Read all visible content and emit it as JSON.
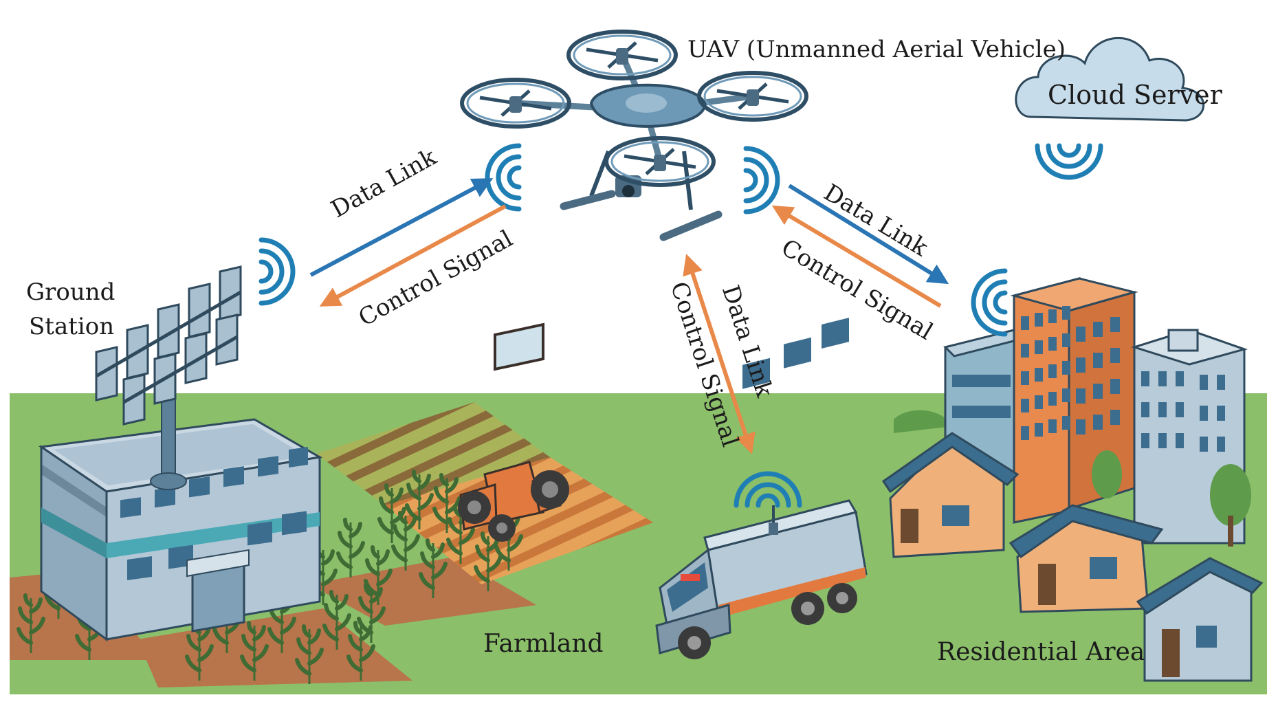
{
  "labels": {
    "uav": "UAV (Unmanned Aerial Vehicle)",
    "cloud": "Cloud Server",
    "ground_station_line1": "Ground",
    "ground_station_line2": "Station",
    "farmland": "Farmland",
    "residential": "Residential Area"
  },
  "links": {
    "ground": {
      "data": "Data Link",
      "control": "Control Signal"
    },
    "vehicle": {
      "data": "Data Link",
      "control": "Control Signal"
    },
    "residential": {
      "data": "Data Link",
      "control": "Control Signal"
    }
  },
  "colors": {
    "data_link": "#2a75b3",
    "control_signal": "#e8894a",
    "ground": "#8bbf6a",
    "wifi": "#1f7fb4"
  }
}
